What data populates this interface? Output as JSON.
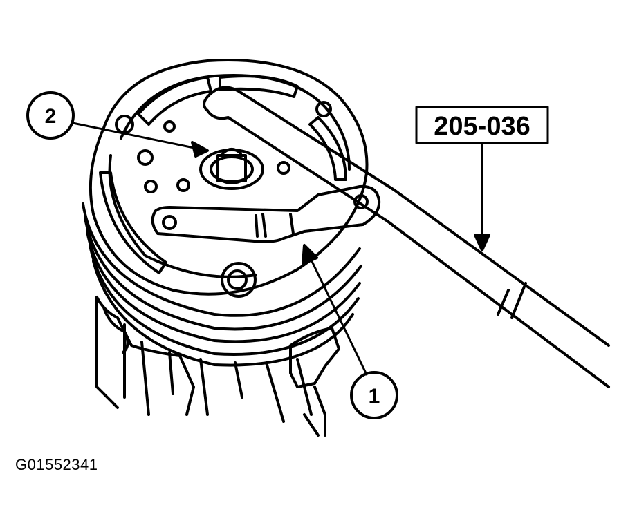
{
  "figure": {
    "tool_number": "205-036",
    "callouts": [
      {
        "label": "1",
        "target": "clutch holding tool arm"
      },
      {
        "label": "2",
        "target": "shaft nut"
      }
    ],
    "figure_id": "G01552341"
  },
  "colors": {
    "line": "#000000",
    "background": "#ffffff"
  }
}
